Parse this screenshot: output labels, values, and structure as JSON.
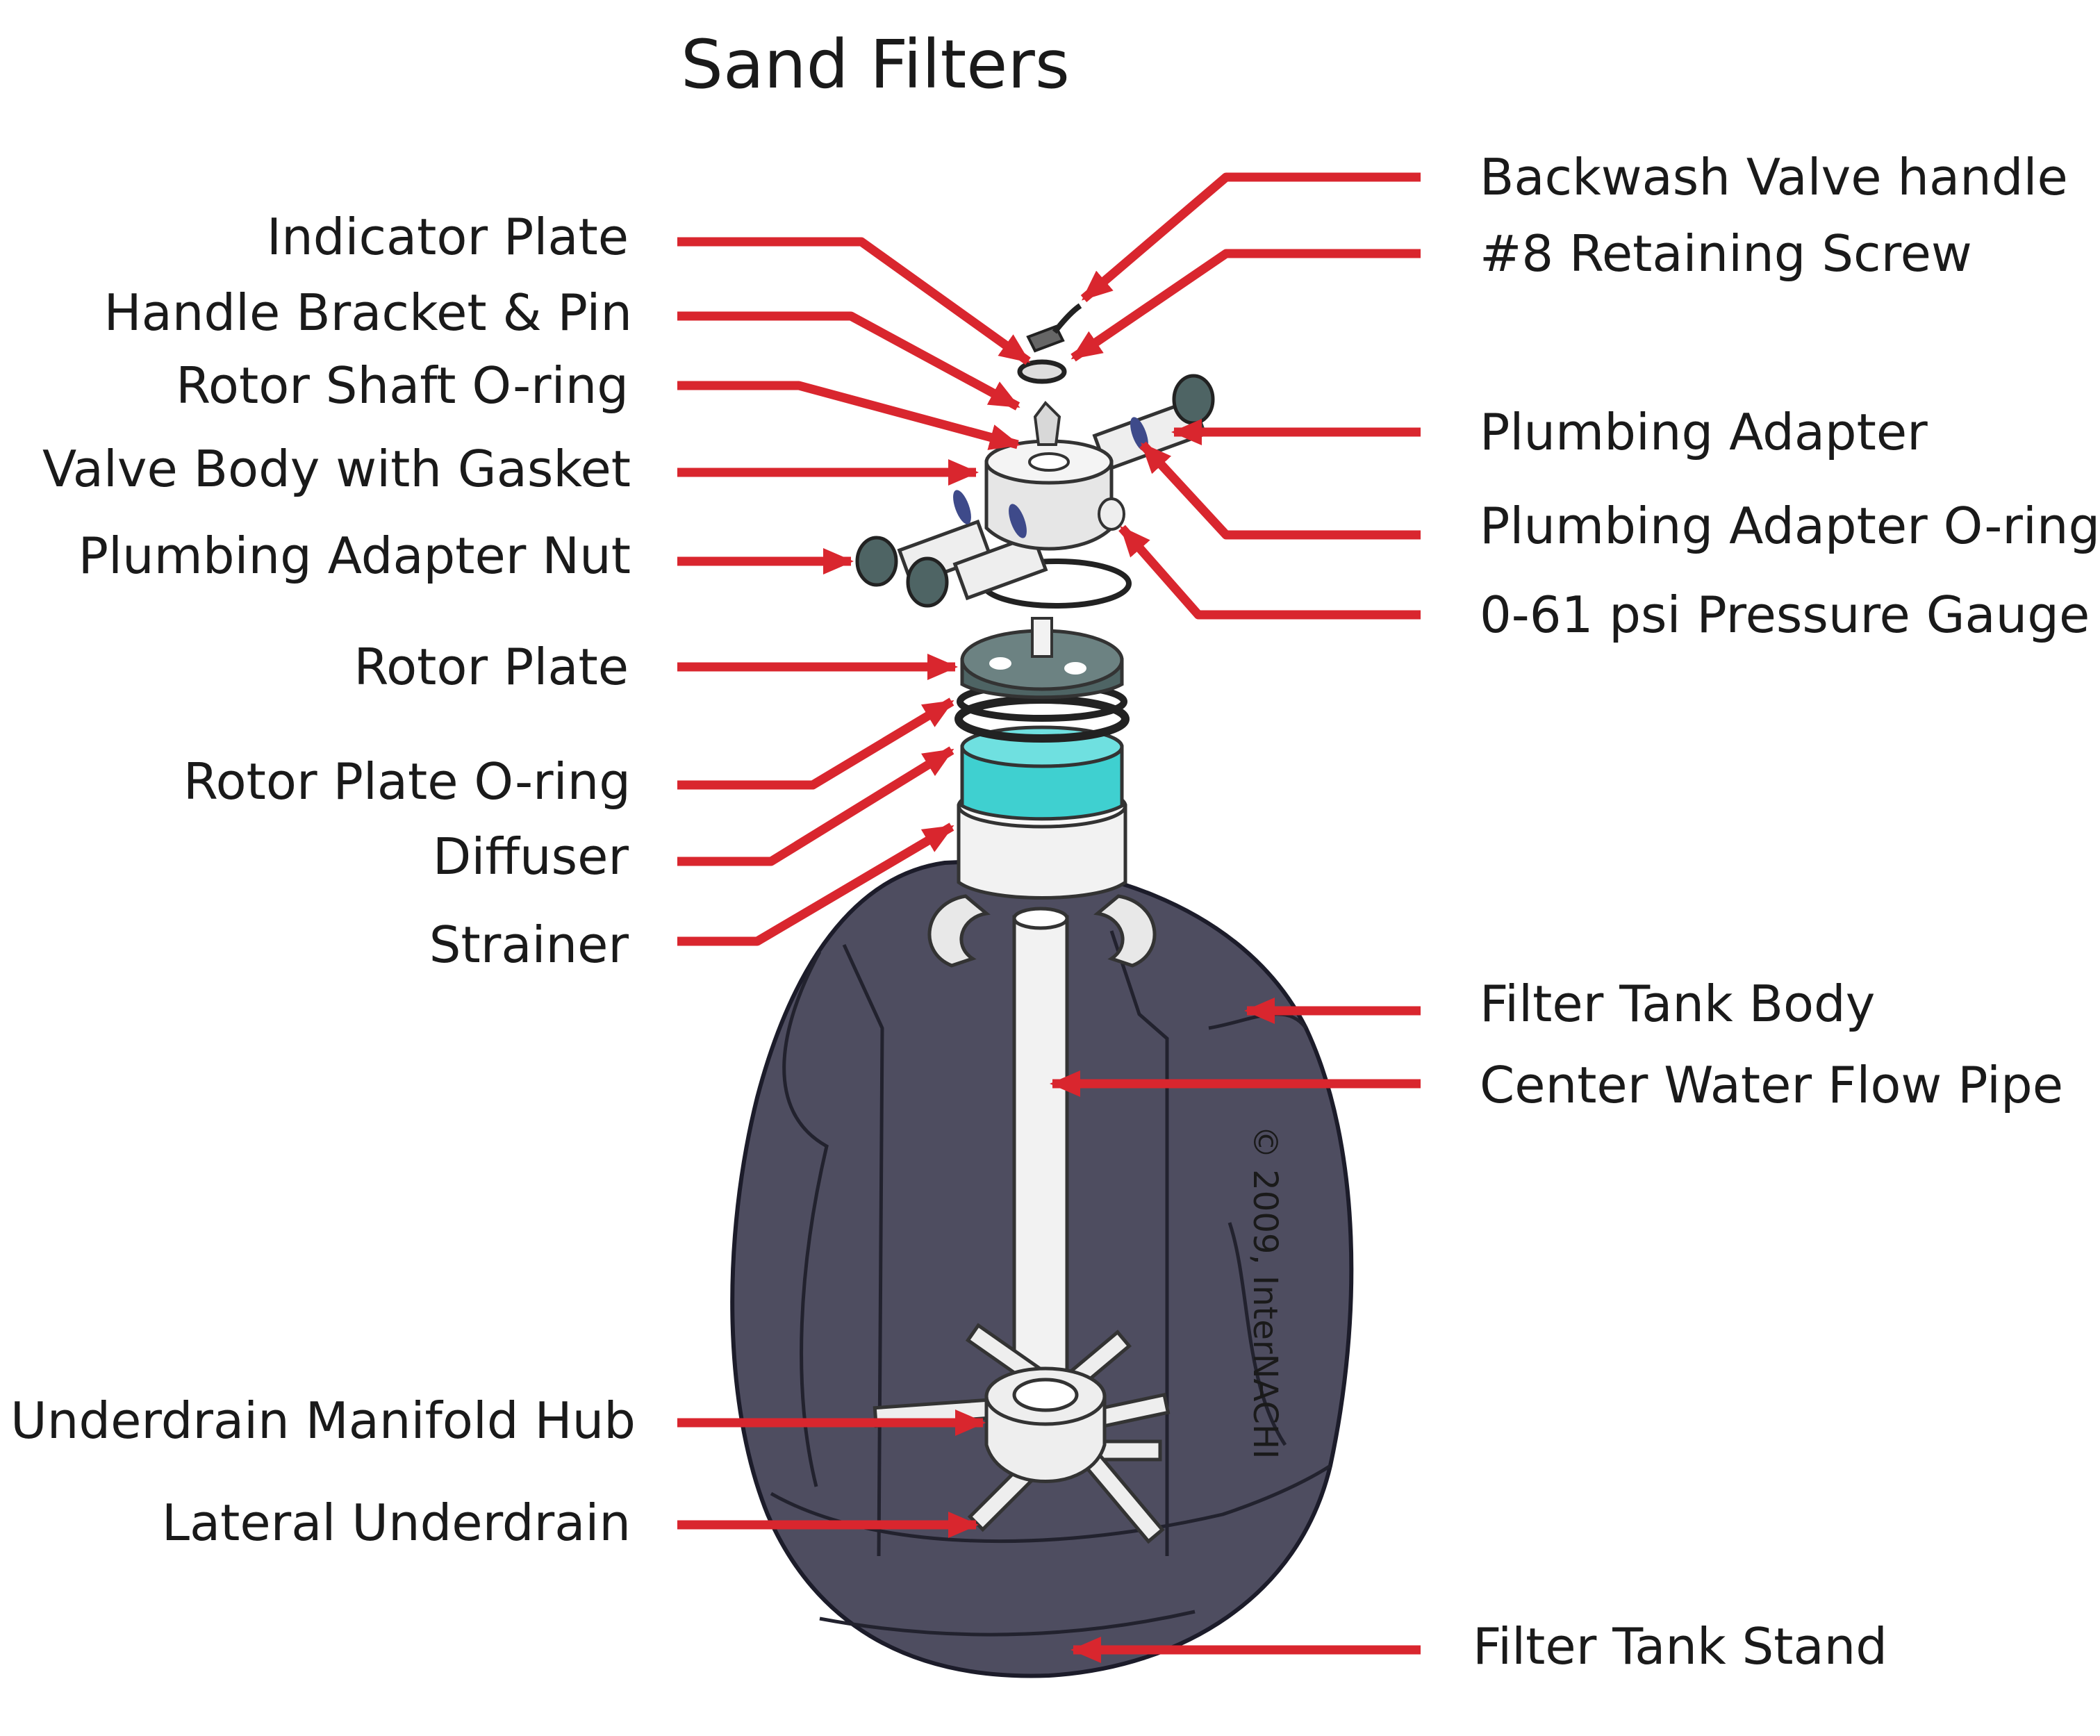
{
  "title": "Sand Filters",
  "copyright": "© 2009, InterNACHI",
  "colors": {
    "arrow": "#d9262e",
    "tank_body": "#4e4d60",
    "rotor_plate": "#5f7474",
    "diffuser": "#3fd0d0",
    "pipe": "#f2f2f2",
    "text": "#1a1a1a"
  },
  "labels": {
    "left": [
      "Indicator Plate",
      "Handle Bracket & Pin",
      "Rotor Shaft O-ring",
      "Valve Body with Gasket",
      "Plumbing Adapter Nut",
      "Rotor Plate",
      "Rotor Plate O-ring",
      "Diffuser",
      "Strainer",
      "Underdrain Manifold Hub",
      "Lateral Underdrain"
    ],
    "right": [
      "Backwash Valve handle",
      "#8 Retaining Screw",
      "Plumbing Adapter",
      "Plumbing Adapter O-ring",
      "0-61 psi Pressure Gauge",
      "Filter Tank Body",
      "Center Water Flow Pipe",
      "Filter Tank Stand"
    ]
  }
}
